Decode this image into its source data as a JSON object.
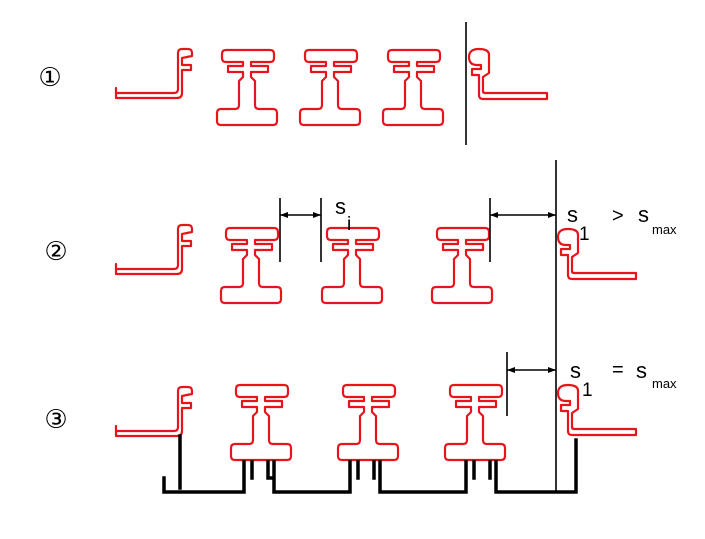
{
  "rows": [
    {
      "label": "①"
    },
    {
      "label": "②"
    },
    {
      "label": "③"
    }
  ],
  "annotations": {
    "si_main": "s",
    "si_sub": "i",
    "row2_lhs": "s",
    "row2_lhs_sub": "1",
    "row2_op": ">",
    "row2_rhs": "s",
    "row2_rhs_sub": "max",
    "row3_lhs": "s",
    "row3_lhs_sub": "1",
    "row3_op": "=",
    "row3_rhs": "s",
    "row3_rhs_sub": "max"
  },
  "colors": {
    "profile": "#e8141c",
    "lines": "#000000"
  }
}
